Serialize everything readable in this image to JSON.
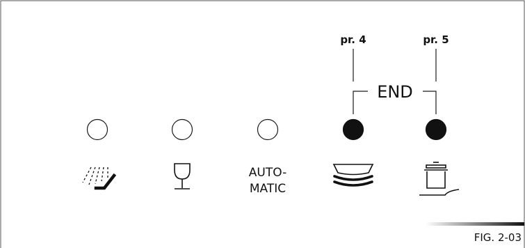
{
  "panel": {
    "buttons": [
      {
        "id": "prewash",
        "indicator": "off",
        "icon": "prewash-spray-icon",
        "label_lines": []
      },
      {
        "id": "glass",
        "indicator": "off",
        "icon": "wine-glass-icon",
        "label_lines": []
      },
      {
        "id": "automatic",
        "indicator": "off",
        "icon": null,
        "label_lines": [
          "AUTO-",
          "MATIC"
        ]
      },
      {
        "id": "dishes",
        "indicator": "on",
        "icon": "stacked-dishes-icon",
        "label_lines": []
      },
      {
        "id": "pot",
        "indicator": "on",
        "icon": "cooking-pot-icon",
        "label_lines": []
      }
    ],
    "program_labels": [
      "pr. 4",
      "pr. 5"
    ],
    "end_label": "END"
  },
  "figure_caption": "FIG. 2-03",
  "colors": {
    "indicator_on": "#111111",
    "indicator_off": "#ffffff",
    "line": "#1a1a1a",
    "border": "#555555"
  }
}
